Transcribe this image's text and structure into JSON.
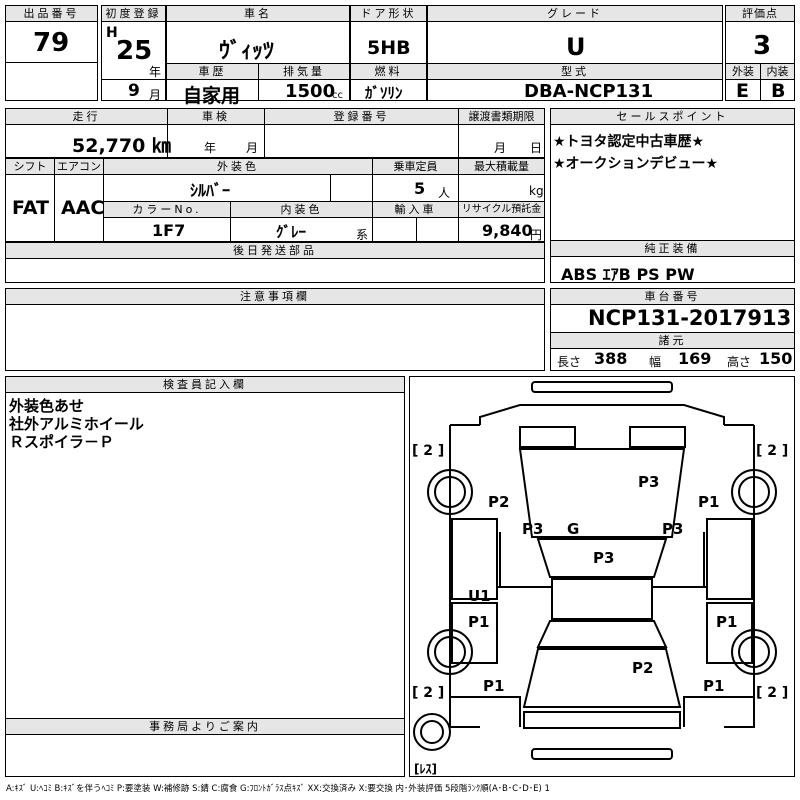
{
  "row1": {
    "lot_label": "出品番号",
    "lot_no": "79",
    "reg_label": "初度登録",
    "era": "H",
    "year": "25",
    "year_unit": "年",
    "month": "9",
    "month_unit": "月",
    "name_label": "車名",
    "name": "ｳﾞｨｯﾂ",
    "history_label": "車歴",
    "history": "自家用",
    "disp_label": "排気量",
    "disp": "1500",
    "disp_unit": "cc",
    "door_label": "ドア形状",
    "door": "5HB",
    "fuel_label": "燃料",
    "fuel": "ｶﾞｿﾘﾝ",
    "grade_label": "グレード",
    "grade": "U",
    "model_label": "型式",
    "model": "DBA-NCP131",
    "score_label": "評価点",
    "score": "3",
    "ext_label": "外装",
    "ext": "E",
    "int_label": "内装",
    "int": "B"
  },
  "row2": {
    "mileage_label": "走行",
    "mileage": "52,770 ㎞",
    "inspect_label": "車検",
    "inspect_year": "年",
    "inspect_month": "月",
    "regno_label": "登録番号",
    "transfer_label": "譲渡書類期限",
    "transfer_month": "月",
    "transfer_day": "日",
    "sales_label": "セールスポイント",
    "sales_points": [
      "★トヨタ認定中古車歴★",
      "★オークションデビュー★"
    ]
  },
  "row3": {
    "shift_label": "シフト",
    "shift": "FAT",
    "ac_label": "エアコン",
    "ac": "AAC",
    "color_label": "外装色",
    "color": "ｼﾙﾊﾞｰ",
    "seats_label": "乗車定員",
    "seats": "5",
    "seats_unit": "人",
    "load_label": "最大積載量",
    "load_unit": "kg",
    "colorno_label": "カラーNo.",
    "colorno": "1F7",
    "intcolor_label": "内装色",
    "intcolor": "ｸﾞﾚｰ",
    "intcolor_suffix": "系",
    "import_label": "輸入車",
    "recycle_label": "リサイクル預託金",
    "recycle": "9,840",
    "recycle_unit": "円"
  },
  "later_parts_label": "後日発送部品",
  "equipment_label": "純正装備",
  "equipment": "ABS ｴｱB PS PW",
  "notes_label": "注意事項欄",
  "chassis_label": "車台番号",
  "chassis": "NCP131-2017913",
  "spec_label": "諸元",
  "dims": {
    "len_label": "長さ",
    "len": "388",
    "wid_label": "幅",
    "wid": "169",
    "hgt_label": "高さ",
    "hgt": "150"
  },
  "inspector_label": "検査員記入欄",
  "inspector_notes": [
    "外装色あせ",
    "社外アルミホイール",
    "Ｒスポイラ－Ｐ"
  ],
  "office_label": "事務局よりご案内",
  "diagram": {
    "marks": [
      "P3",
      "P2",
      "P1",
      "P3",
      "G",
      "P3",
      "P3",
      "U1",
      "P1",
      "P1",
      "P2",
      "P1",
      "P1"
    ],
    "tires": [
      "[ 2 ]",
      "[ 2 ]",
      "[ 2 ]",
      "[ 2 ]"
    ],
    "spare": "[ﾚｽ]"
  },
  "legend": "A:ｷｽﾞ U:ﾍｺﾐ B:ｷｽﾞを伴うﾍｺﾐ P:要塗装 W:補修跡 S:錆 C:腐食 G:ﾌﾛﾝﾄｶﾞﾗｽ点ｷｽﾞ XX:交換済み X:要交換  内･外装評価 5段階ﾗﾝｸ順(A･B･C･D･E) 1"
}
